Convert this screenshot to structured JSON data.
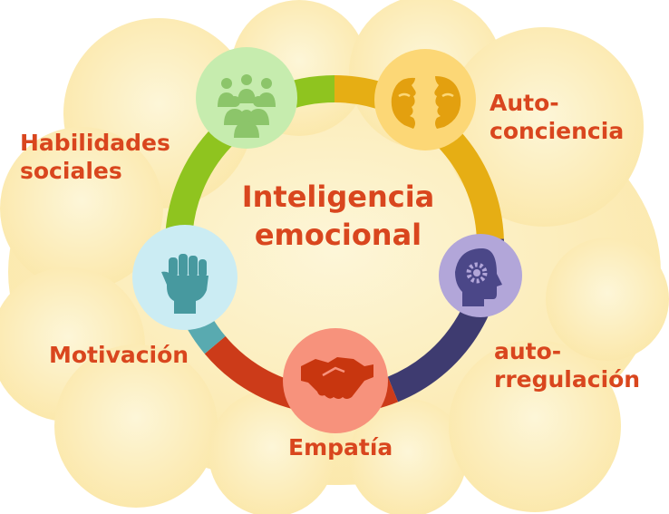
{
  "diagram": {
    "center": {
      "line1": "Inteligencia",
      "line2": "emocional"
    },
    "nodes": [
      {
        "id": "social",
        "icon": "group-people-icon",
        "label_lines": [
          "Habilidades",
          "sociales"
        ],
        "fill": "#c6ecae",
        "ring": "#8fc41f",
        "icon_color": "#8cc56a"
      },
      {
        "id": "self-awareness",
        "icon": "two-faces-icon",
        "label_lines": [
          "Auto-",
          "conciencia"
        ],
        "fill": "#fcd776",
        "ring": "#e6ae14",
        "icon_color": "#e3a00f"
      },
      {
        "id": "self-regulation",
        "icon": "head-gear-icon",
        "label_lines": [
          "auto-",
          "rregulación"
        ],
        "fill": "#b2a6d9",
        "ring": "#3e3b70",
        "icon_color": "#4b4788"
      },
      {
        "id": "empathy",
        "icon": "handshake-icon",
        "label_lines": [
          "Empatía"
        ],
        "fill": "#f7927c",
        "ring": "#cc3b19",
        "icon_color": "#c8360f"
      },
      {
        "id": "motivation",
        "icon": "raised-fist-icon",
        "label_lines": [
          "Motivación"
        ],
        "fill": "#cbecf3",
        "ring": "#59aab0",
        "icon_color": "#47999f"
      }
    ],
    "colors": {
      "text": "#d9461e",
      "cloud": "#fdefc0",
      "background": "#ffffff"
    }
  }
}
